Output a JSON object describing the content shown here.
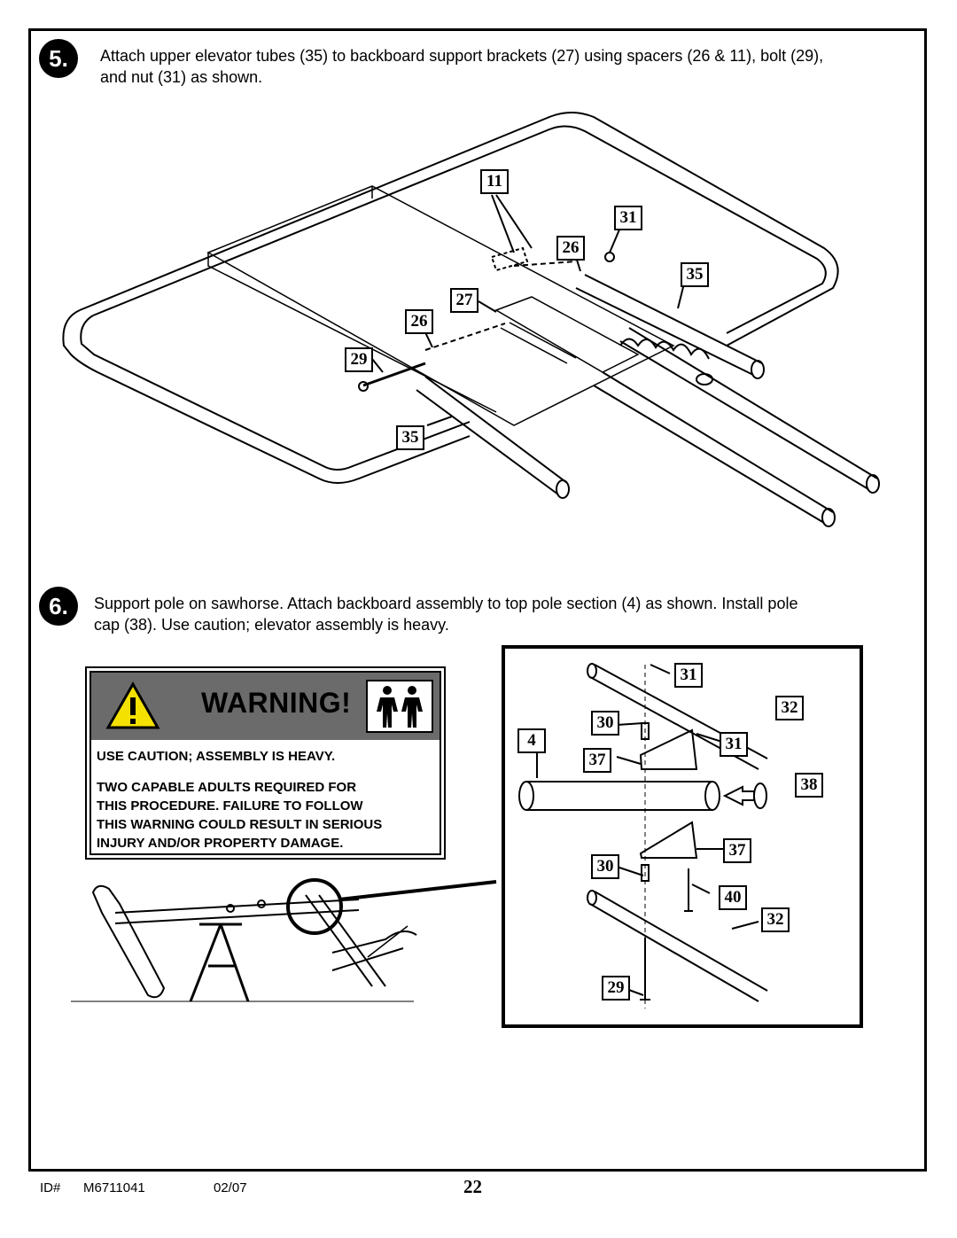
{
  "steps": [
    {
      "number": "5.",
      "text_line1": "Attach upper elevator tubes (35) to backboard support brackets (27) using spacers (26 & 11), bolt (29),",
      "text_line2": "and nut (31) as shown."
    },
    {
      "number": "6.",
      "text_line1": "Support pole on sawhorse.  Attach backboard assembly to top pole section (4) as shown.  Install pole",
      "text_line2": "cap (38).  Use caution; elevator assembly is heavy."
    }
  ],
  "step5_callouts": [
    "11",
    "31",
    "26",
    "35",
    "27",
    "26",
    "29",
    "35"
  ],
  "warning": {
    "title": "WARNING!",
    "lines": [
      "USE CAUTION; ASSEMBLY IS HEAVY.",
      "TWO CAPABLE ADULTS REQUIRED FOR",
      "THIS PROCEDURE. FAILURE TO FOLLOW",
      "THIS WARNING COULD RESULT IN SERIOUS",
      "INJURY AND/OR PROPERTY DAMAGE."
    ],
    "icons": [
      "exclamation-triangle-icon",
      "two-people-icon"
    ]
  },
  "step6_callouts": [
    "31",
    "32",
    "30",
    "4",
    "31",
    "37",
    "38",
    "37",
    "30",
    "40",
    "32",
    "29"
  ],
  "footer": {
    "id_label": "ID#",
    "id_value": "M6711041",
    "date": "02/07",
    "page": "22"
  }
}
